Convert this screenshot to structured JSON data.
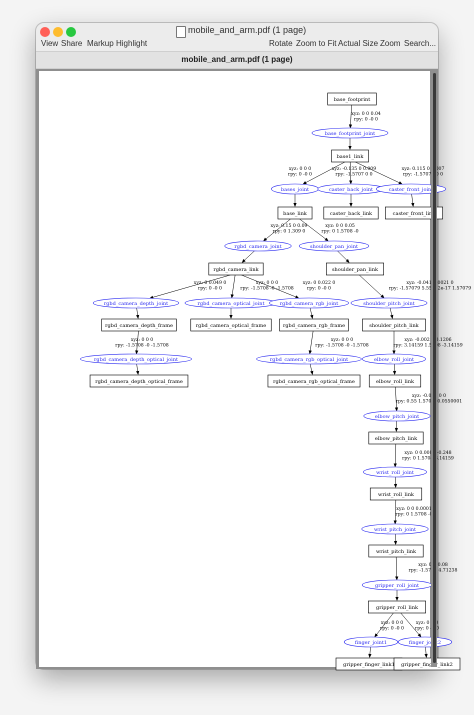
{
  "window": {
    "title": "mobile_and_arm.pdf (1 page)",
    "tab_label": "mobile_and_arm.pdf (1 page)",
    "toolbar": [
      "View",
      "Share",
      "Markup",
      "Highlight",
      "Rotate",
      "Zoom to Fit",
      "Actual Size",
      "Zoom",
      "Search..."
    ]
  },
  "graph": {
    "links": {
      "base_footprint": "base_footprint",
      "base1_link": "base1_link",
      "base_link": "base_link",
      "caster_back_link": "caster_back_link",
      "caster_front_link": "caster_front_link",
      "rgbd_camera_link": "rgbd_camera_link",
      "shoulder_pan_link": "shoulder_pan_link",
      "rgbd_camera_depth_frame": "rgbd_camera_depth_frame",
      "rgbd_camera_optical_frame": "rgbd_camera_optical_frame",
      "rgbd_camera_rgb_frame": "rgbd_camera_rgb_frame",
      "rgbd_camera_depth_optical_frame": "rgbd_camera_depth_optical_frame",
      "rgbd_camera_rgb_optical_frame": "rgbd_camera_rgb_optical_frame",
      "shoulder_pitch_link": "shoulder_pitch_link",
      "elbow_roll_link": "elbow_roll_link",
      "elbow_pitch_link": "elbow_pitch_link",
      "wrist_roll_link": "wrist_roll_link",
      "wrist_pitch_link": "wrist_pitch_link",
      "gripper_roll_link": "gripper_roll_link",
      "gripper_finger_link1": "gripper_finger_link1",
      "gripper_finger_link2": "gripper_finger_link2"
    },
    "joints": {
      "base_footprint_joint": "base_footprint_joint",
      "base_joint": "bases_joint",
      "caster_back_joint": "caster_back_joint",
      "caster_front_joint": "caster_front_joint",
      "rgbd_camera_joint": "rgbd_camera_joint",
      "shoulder_pan_joint": "shoulder_pan_joint",
      "rgbd_camera_depth_joint": "rgbd_camera_depth_joint",
      "rgbd_camera_optical_joint": "rgbd_camera_optical_joint",
      "rgbd_camera_rgb_joint": "rgbd_camera_rgb_joint",
      "rgbd_camera_depth_optical_joint": "rgbd_camera_depth_optical_joint",
      "rgbd_camera_rgb_optical_joint": "rgbd_camera_rgb_optical_joint",
      "shoulder_pitch_joint": "shoulder_pitch_joint",
      "elbow_roll_joint": "elbow_roll_joint",
      "elbow_pitch_joint": "elbow_pitch_joint",
      "wrist_roll_joint": "wrist_roll_joint",
      "wrist_pitch_joint": "wrist_pitch_joint",
      "gripper_roll_joint": "gripper_roll_joint",
      "finger_joint1": "finger_joint1",
      "finger_joint2": "finger_joint2"
    },
    "transforms": {
      "base_footprint_joint": [
        "xyz: 0 0 0.04",
        "rpy: 0 -0 0"
      ],
      "base_joint": [
        "xyz: 0 0 0",
        "rpy: 0 -0 0"
      ],
      "caster_back_joint": [
        "xyz: -0.135 0 0.009",
        "rpy: -1.5707 0 0"
      ],
      "caster_front_joint": [
        "xyz: 0.115 0 0.007",
        "rpy: -1.57079 0 0"
      ],
      "rgbd_camera_joint": [
        "xyz: 0.15 0 0.09",
        "rpy: 0 1.309 0"
      ],
      "shoulder_pan_joint": [
        "xyz: 0 0 0.05",
        "rpy: 0 1.5708 -0"
      ],
      "rgbd_camera_depth_joint": [
        "xyz: 0 0.049 0",
        "rpy: 0 -0 0"
      ],
      "rgbd_camera_optical_joint": [
        "xyz: 0 0 0",
        "rpy: -1.5708 -0 -1.5708"
      ],
      "rgbd_camera_rgb_joint": [
        "xyz: 0 0.022 0",
        "rpy: 0 -0 0"
      ],
      "rgbd_camera_depth_optical_joint": [
        "xyz: 0 0 0",
        "rpy: -1.5708 -0 -1.5708"
      ],
      "rgbd_camera_rgb_optical_joint": [
        "xyz: 0 0 0",
        "rpy: -1.5708 -0 -1.5708"
      ],
      "shoulder_pitch_joint": [
        "xyz: -0.041 0.0021 0",
        "rpy: -1.57079 5.55112e-17 1.57079"
      ],
      "elbow_roll_joint": [
        "xyz: -0.002 0 0.1206",
        "rpy: 3.14159 1.5708 -3.14159"
      ],
      "elbow_pitch_joint": [
        "xyz: -0.035 0 0",
        "rpy: 0.55 1.5708 -0.0550001"
      ],
      "wrist_roll_joint": [
        "xyz: 0 0.0081 -0.248",
        "rpy: 0 1.5708 3.14159"
      ],
      "wrist_pitch_joint": [
        "xyz: 0 0 0.0001",
        "rpy: 0 1.5708 -0"
      ],
      "gripper_roll_joint": [
        "xyz: 0 0 0.08",
        "rpy: -1.5708 4.71238"
      ],
      "finger_joint1": [
        "xyz: 0 0 0",
        "rpy: 0 -0 0"
      ],
      "finger_joint2": [
        "xyz: 0 0 0",
        "rpy: 0 -0 0"
      ]
    }
  }
}
